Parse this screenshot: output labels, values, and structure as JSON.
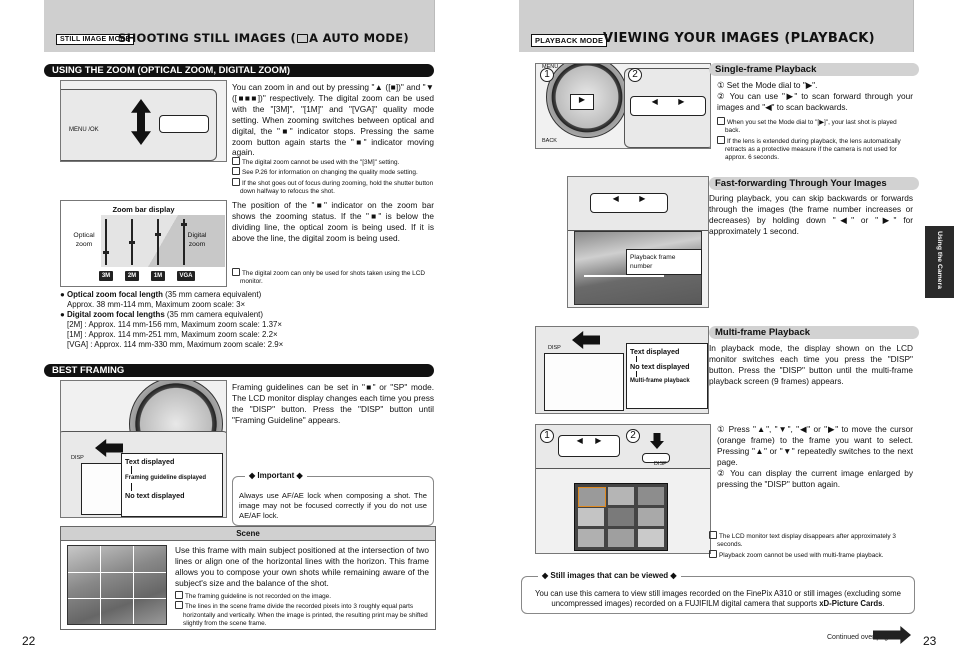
{
  "left": {
    "header_tag": "STILL IMAGE MODE",
    "header_title": "SHOOTING STILL IMAGES (",
    "header_title_icon": "camera-auto-icon",
    "header_title_end": "A AUTO MODE)",
    "zoom_section_title": "USING THE ZOOM (OPTICAL ZOOM, DIGITAL ZOOM)",
    "zoom_text": "You can zoom in and out by pressing \"▲ ([■])\" and \"▼ ([■■■])\" respectively. The digital zoom can be used with the \"[3M]\", \"[1M]\" and \"[VGA]\" quality mode setting. When zooming switches between optical and digital, the \"■\" indicator stops. Pressing the same zoom button again starts the \"■\" indicator moving again.",
    "zoom_notes": [
      "The digital zoom cannot be used with the \"[3M]\" setting.",
      "See P.26 for information on changing the quality mode setting.",
      "If the shot goes out of focus during zooming, hold the shutter button down halfway to refocus the shot."
    ],
    "zoom_bar_title": "Zoom bar display",
    "optical_label": "Optical zoom",
    "digital_label": "Digital zoom",
    "zoom_bar_labels": [
      "3M",
      "2M",
      "1M",
      "VGA"
    ],
    "zoom_position_text": "The position of the \"■\" indicator on the zoom bar shows the zooming status. If the \"■\" is below the dividing line, the optical zoom is being used. If it is above the line, the digital zoom is being used.",
    "zoom_position_note": "The digital zoom can only be used for shots taken using the LCD monitor.",
    "bullet_optical_title": "Optical zoom focal length",
    "bullet_optical_paren": " (35 mm camera equivalent)",
    "bullet_optical_value": "Approx. 38 mm-114 mm, Maximum zoom scale: 3×",
    "bullet_digital_title": "Digital zoom focal lengths",
    "bullet_digital_paren": " (35 mm camera equivalent)",
    "bullet_digital_values": [
      "[2M] : Approx. 114 mm-156 mm, Maximum zoom scale: 1.37×",
      "[1M] : Approx. 114 mm-251 mm, Maximum zoom scale: 2.2×",
      "[VGA] : Approx. 114 mm-330 mm, Maximum zoom scale: 2.9×"
    ],
    "framing_section_title": "BEST FRAMING",
    "framing_text": "Framing guidelines can be set in \"■\" or \"SP\" mode. The LCD monitor display changes each time you press the \"DISP\" button. Press the \"DISP\" button until \"Framing Guideline\" appears.",
    "framing_callouts": [
      "Text displayed",
      "Framing guideline displayed",
      "No text displayed"
    ],
    "disp_label": "DISP",
    "important_title": "Important",
    "important_text": "Always use AF/AE lock when composing a shot. The image may not be focused correctly if you do not use AE/AF lock.",
    "scene_title": "Scene",
    "scene_text": "Use this frame with main subject positioned at the intersection of two lines or align one of the horizontal lines with the horizon. This frame allows you to compose your own shots while remaining aware of the subject's size and the balance of the shot.",
    "scene_notes": [
      "The framing guideline is not recorded on the image.",
      "The lines in the scene frame divide the recorded pixels into 3 roughly equal parts horizontally and vertically. When the image is printed, the resulting print may be shifted slightly from the scene frame."
    ],
    "menu_ok_label": "MENU /OK",
    "page_number": "22"
  },
  "right": {
    "header_tag": "PLAYBACK MODE",
    "header_title": "VIEWING YOUR IMAGES (PLAYBACK)",
    "single_title": "Single-frame Playback",
    "single_steps": [
      "① Set the Mode dial to \"▶\".",
      "② You can use \"▶\" to scan forward through your images and \"◀\" to scan backwards."
    ],
    "single_notes": [
      "When you set the Mode dial to \"[▶]\", your last shot is played back.",
      "If the lens is extended during playback, the lens automatically retracts as a protective measure if the camera is not used for approx. 6 seconds."
    ],
    "menu_label": "MENU",
    "back_label": "BACK",
    "fast_title": "Fast-forwarding Through Your Images",
    "fast_text": "During playback, you can skip backwards or forwards through the images (the frame number increases or decreases) by holding down \"◀\" or \"▶\" for approximately 1 second.",
    "playback_frame_label": "Playback frame number",
    "multi_title": "Multi-frame Playback",
    "multi_text": "In playback mode, the display shown on the LCD monitor switches each time you press the \"DISP\" button. Press the \"DISP\" button until the multi-frame playback screen (9 frames) appears.",
    "multi_callouts": [
      "Text displayed",
      "No text displayed",
      "Multi-frame playback"
    ],
    "disp_label": "DISP",
    "multi_steps": [
      "① Press \"▲\", \"▼\", \"◀\" or \"▶\" to move the cursor (orange frame) to the frame you want to select. Pressing \"▲\" or \"▼\" repeatedly switches to the next page.",
      "② You can display the current image enlarged by pressing the \"DISP\" button again."
    ],
    "multi_notes": [
      "The LCD monitor text display disappears after approximately 3 seconds.",
      "Playback zoom cannot be used with multi-frame playback."
    ],
    "still_title": "Still images that can be viewed",
    "still_text_a": "You can use this camera to view still images recorded on the FinePix A310 or still images (excluding some uncompressed images) recorded on a FUJIFILM digital camera that supports ",
    "still_text_b": "xD-Picture Cards",
    "still_text_c": ".",
    "side_tab": "Using the Camera",
    "continued": "Continued over page...",
    "page_number": "23"
  },
  "colors": {
    "band": "#cfcfcf",
    "pill_dark": "#111111",
    "pill_light": "#d2d2d2"
  }
}
